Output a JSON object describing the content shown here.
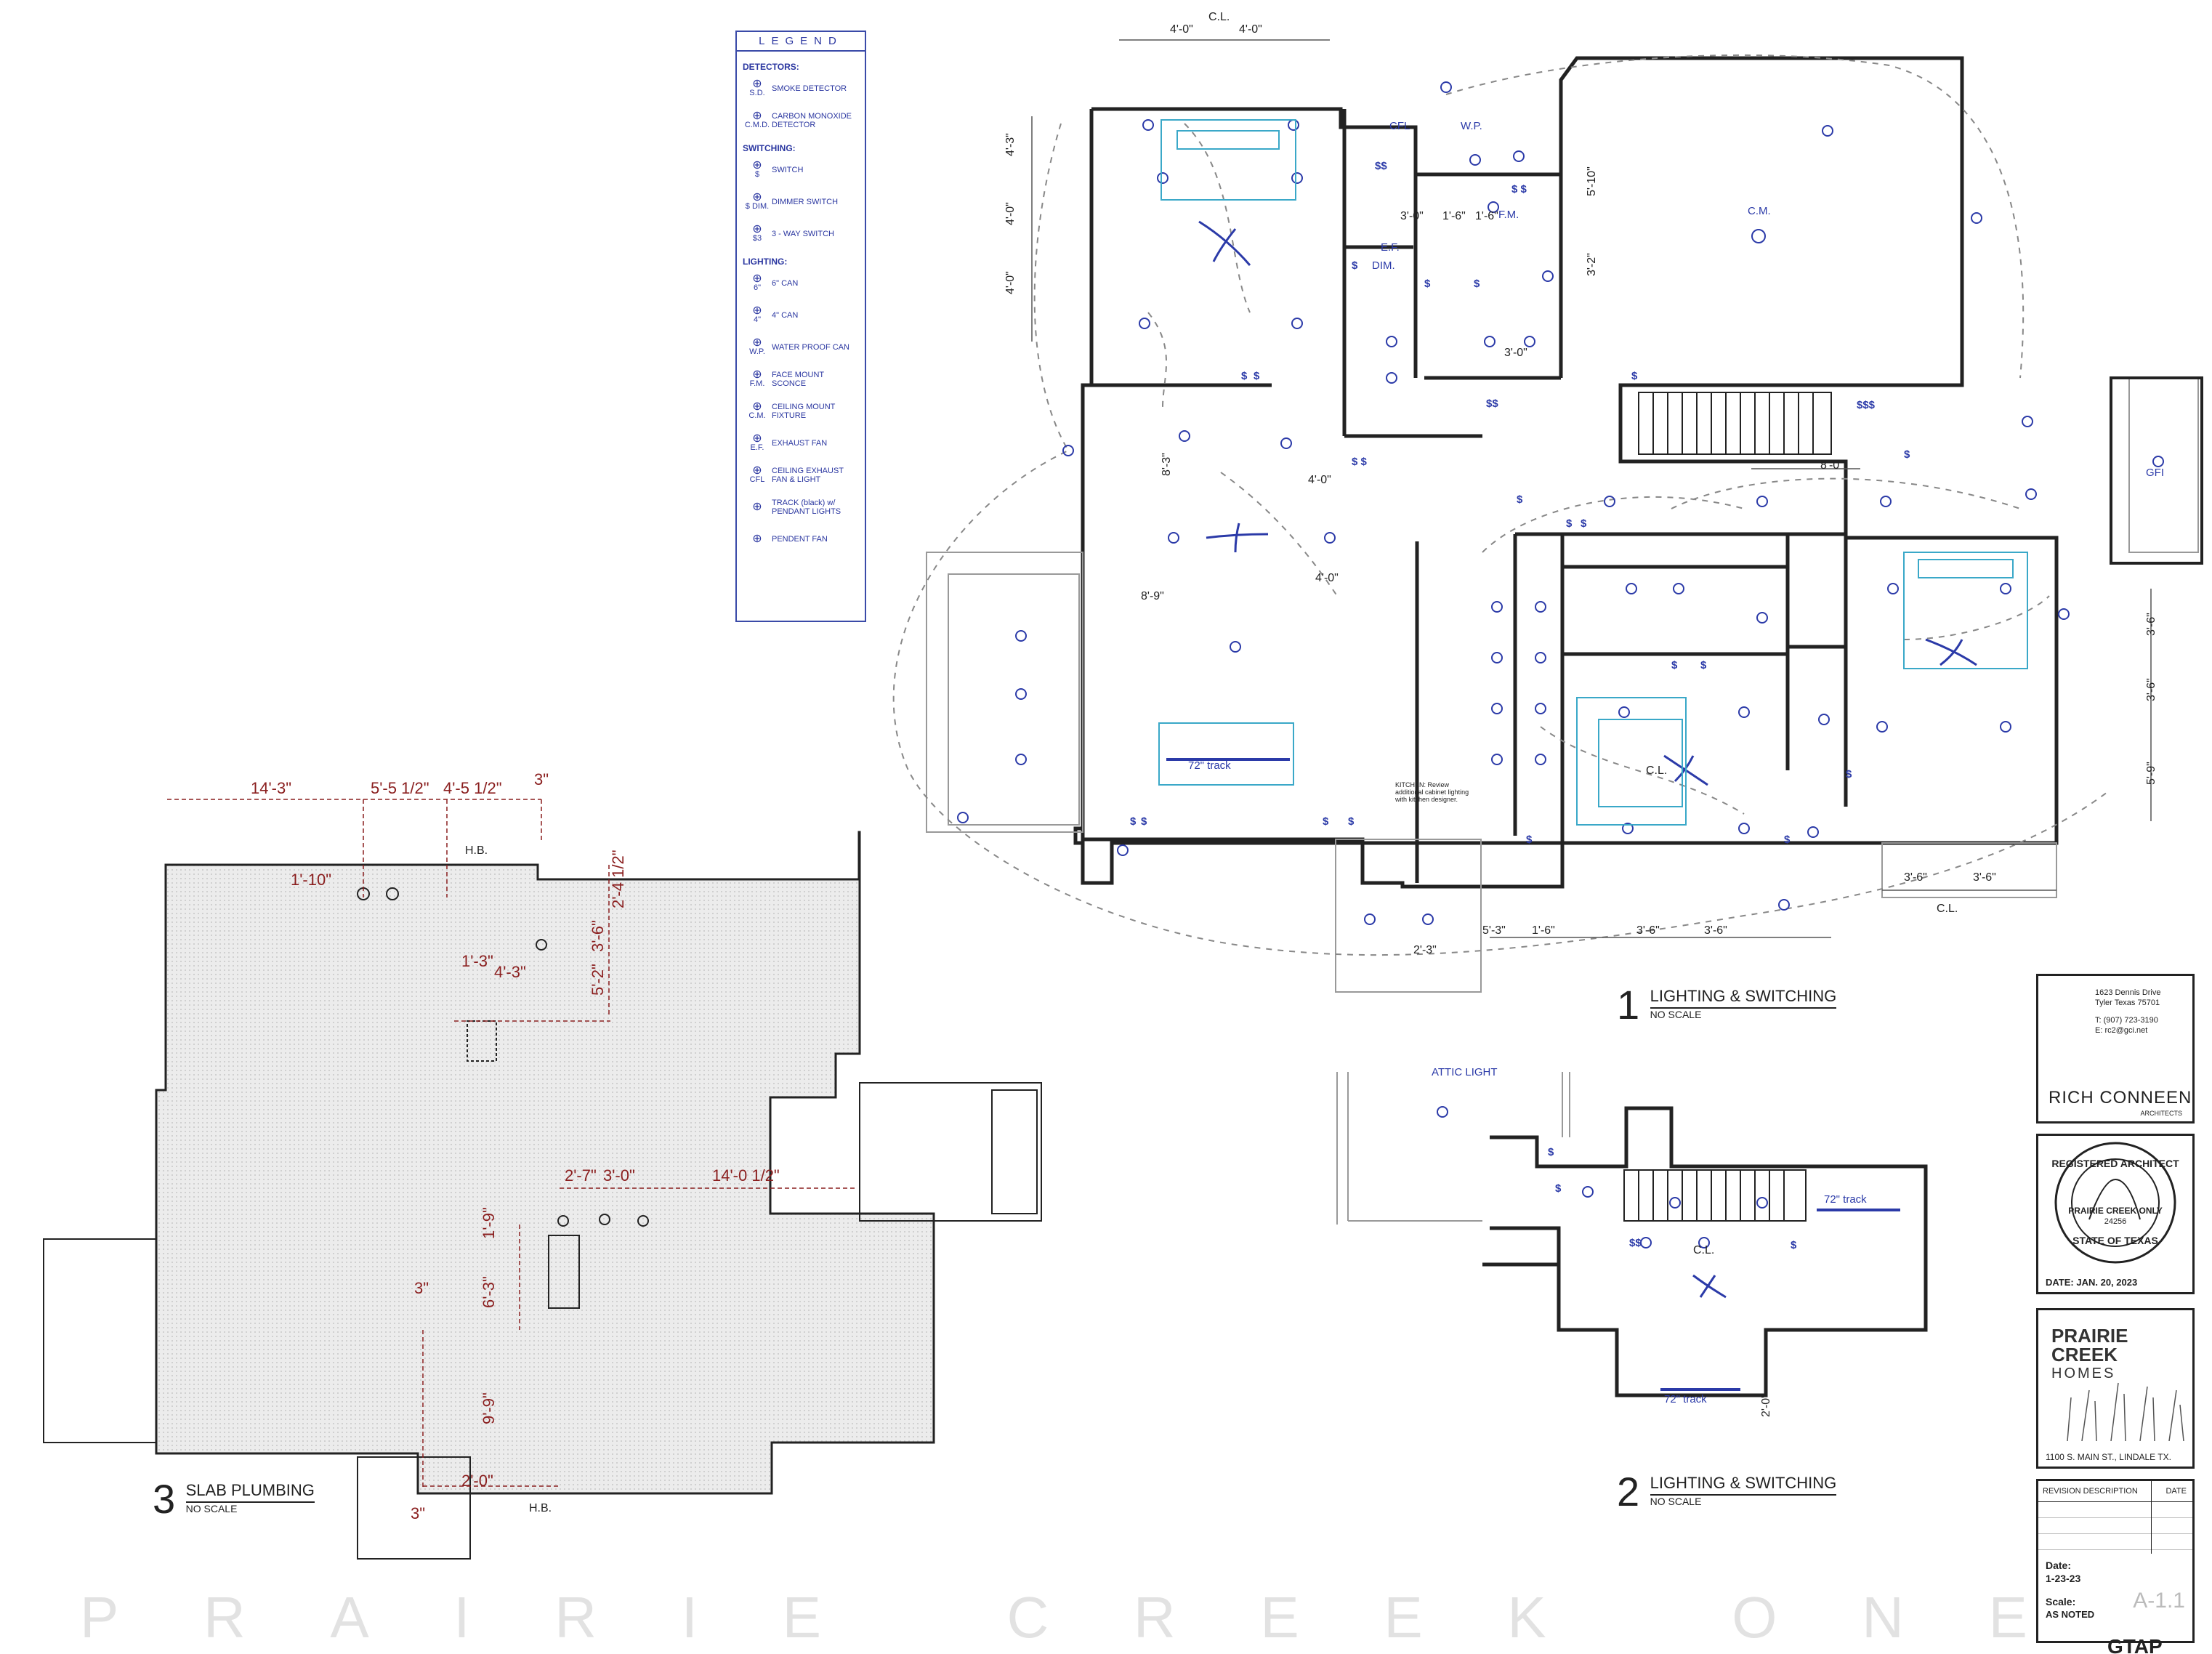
{
  "legend": {
    "title": "LEGEND",
    "sections": [
      {
        "name": "DETECTORS:",
        "items": [
          {
            "sym": "S.D.",
            "label": "SMOKE DETECTOR"
          },
          {
            "sym": "C.M.D.",
            "label": "CARBON MONOXIDE DETECTOR"
          }
        ]
      },
      {
        "name": "SWITCHING:",
        "items": [
          {
            "sym": "$",
            "label": "SWITCH"
          },
          {
            "sym": "$ DIM.",
            "label": "DIMMER SWITCH"
          },
          {
            "sym": "$3",
            "label": "3 - WAY SWITCH"
          }
        ]
      },
      {
        "name": "LIGHTING:",
        "items": [
          {
            "sym": "6\"",
            "label": "6\" CAN"
          },
          {
            "sym": "4\"",
            "label": "4\" CAN"
          },
          {
            "sym": "W.P.",
            "label": "WATER PROOF CAN"
          },
          {
            "sym": "F.M.",
            "label": "FACE MOUNT SCONCE"
          },
          {
            "sym": "C.M.",
            "label": "CEILING MOUNT FIXTURE"
          },
          {
            "sym": "E.F.",
            "label": "EXHAUST FAN"
          },
          {
            "sym": "CFL",
            "label": "CEILING EXHAUST FAN & LIGHT"
          },
          {
            "sym": "",
            "label": "TRACK (black) w/ PENDANT LIGHTS"
          },
          {
            "sym": "",
            "label": "PENDENT FAN"
          }
        ]
      }
    ]
  },
  "drawings": {
    "d1": {
      "num": "1",
      "name": "LIGHTING & SWITCHING",
      "scale": "NO SCALE"
    },
    "d2": {
      "num": "2",
      "name": "LIGHTING & SWITCHING",
      "scale": "NO SCALE"
    },
    "d3": {
      "num": "3",
      "name": "SLAB PLUMBING",
      "scale": "NO SCALE"
    }
  },
  "plan1_labels": {
    "cl_top": "C.L.",
    "dim_top_a": "4'-0\"",
    "dim_top_b": "4'-0\"",
    "left_a": "4'-3\"",
    "left_b": "4'-0\"",
    "left_c": "4'-0\"",
    "cfl": "CFL",
    "wp": "W.P.",
    "cm": "C.M.",
    "fm": "F.M.",
    "ef": "E.F.",
    "d_3_0": "3'-0\"",
    "d_1_6": "1'-6\"",
    "d_5_10": "5'-10\"",
    "d_3_2": "3'-2\"",
    "d_8_0": "8'-0\"",
    "d_8_3": "8'-3\"",
    "d_8_9": "8'-9\"",
    "d_4_0": "4'-0\"",
    "track": "72\" track",
    "cl_mid": "C.L.",
    "kitchen_note": "KITCHEN: Review additional cabinet lighting with kitchen designer.",
    "bottom_a": "5'-3\"",
    "bottom_b": "1'-6\"",
    "bottom_c": "3'-6\"",
    "bottom_d": "3'-6\"",
    "bottom_e": "2'-3\"",
    "right_a": "3'-6\"",
    "right_b": "3'-6\"",
    "right_c": "5'-9\"",
    "cl_bottom": "C.L.",
    "br_a": "3'-6\"",
    "br_b": "3'-6\"",
    "gfi": "GFI",
    "dim": "DIM."
  },
  "plan2_labels": {
    "attic": "ATTIC LIGHT",
    "cl": "C.L.",
    "track1": "72\" track",
    "track2": "72\" track",
    "dim": "2'-0\""
  },
  "plan3_labels": {
    "d_14_3": "14'-3\"",
    "d_5_5": "5'-5 1/2\"",
    "d_4_5": "4'-5 1/2\"",
    "d_3a": "3\"",
    "hb_top": "H.B.",
    "d_1_10": "1'-10\"",
    "d_2_4": "2'-4 1/2\"",
    "d_3_6": "3'-6\"",
    "d_1_3": "1'-3\"",
    "d_4_3": "4'-3\"",
    "d_5_2": "5'-2\"",
    "d_2_7": "2'-7\"",
    "d_3_0": "3'-0\"",
    "d_14_0": "14'-0 1/2\"",
    "d_1_9": "1'-9\"",
    "d_6_3": "6'-3\"",
    "d_3b": "3\"",
    "d_9_9": "9'-9\"",
    "d_2_0": "2'-0\"",
    "d_3c": "3\"",
    "hb_bottom": "H.B."
  },
  "title_block": {
    "address": "1623 Dennis Drive",
    "city": "Tyler Texas 75701",
    "phone": "T: (907) 723-3190",
    "email": "E: rc2@gci.net",
    "firm": "RICH CONNEEN",
    "firm_sub": "ARCHITECTS",
    "seal_top": "REGISTERED ARCHITECT",
    "seal_name": "PRAIRIE CREEK ONLY",
    "seal_num": "24256",
    "seal_bottom": "STATE OF TEXAS",
    "seal_date": "DATE: JAN. 20, 2023",
    "builder_1": "PRAIRIE",
    "builder_2": "CREEK",
    "builder_3": "HOMES",
    "builder_addr": "1100 S. MAIN ST., LINDALE TX.",
    "rev_desc": "REVISION DESCRIPTION",
    "rev_date": "DATE",
    "date_label": "Date:",
    "date_value": "1-23-23",
    "scale_label": "Scale:",
    "scale_value": "AS NOTED",
    "sheet": "A-1.1",
    "corner": "GTAP"
  },
  "footer": {
    "letters": [
      "P",
      "R",
      "A",
      "I",
      "R",
      "I",
      "E",
      "",
      "C",
      "R",
      "E",
      "E",
      "K",
      "",
      "O",
      "N",
      "E"
    ]
  }
}
